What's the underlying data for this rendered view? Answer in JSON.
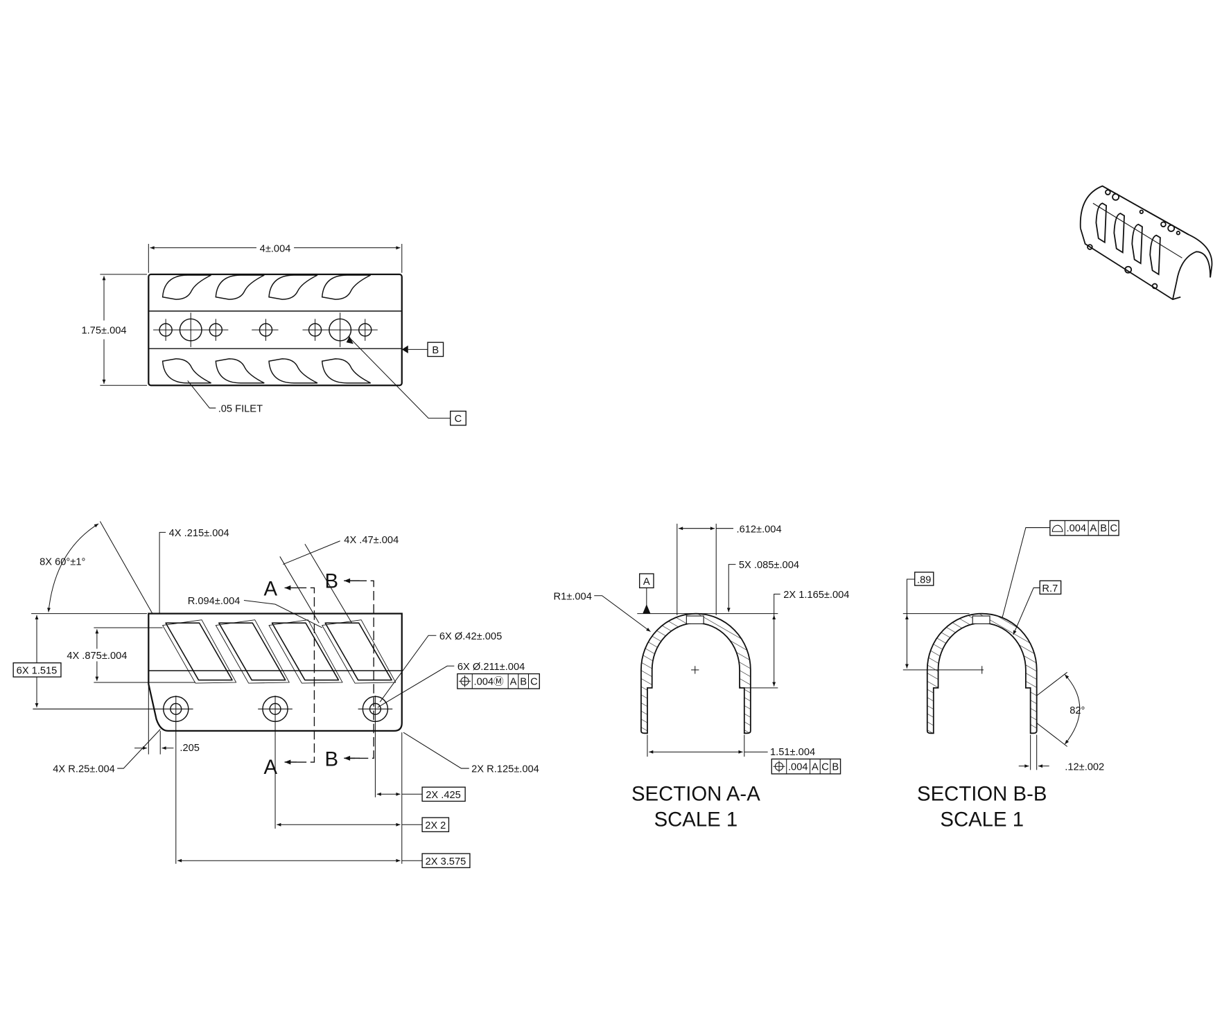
{
  "top_view": {
    "width_dim": "4±.004",
    "height_dim": "1.75±.004",
    "fillet_note": ".05 FILET",
    "datum_b": "B",
    "datum_c": "C"
  },
  "front_view": {
    "angle_dim": "8X 60°±1°",
    "slot_offset_dim": "4X .215±.004",
    "slot_width_dim": "4X .47±.004",
    "slot_radius": "R.094±.004",
    "slot_height_dim": "4X .875±.004",
    "hole_height_dim": "6X 1.515",
    "cbore_dia": "6X Ø.42±.005",
    "hole_dia": "6X Ø.211±.004",
    "hole_fcf": {
      "tol": ".004Ⓜ",
      "datums": [
        "A",
        "B",
        "C"
      ]
    },
    "corner_radius": "4X R.25±.004",
    "chamfer_dim": ".205",
    "bottom_radius": "2X R.125±.004",
    "dim_425": "2X .425",
    "dim_2": "2X 2",
    "dim_3575": "2X 3.575",
    "section_a": "A",
    "section_b": "B"
  },
  "section_aa": {
    "title": "SECTION A-A",
    "scale": "SCALE 1",
    "dim_612": ".612±.004",
    "dim_085": "5X .085±.004",
    "dim_1165": "2X 1.165±.004",
    "radius": "R1±.004",
    "datum_a": "A",
    "dim_151": "1.51±.004",
    "fcf": {
      "tol": ".004",
      "datums": [
        "A",
        "C",
        "B"
      ]
    }
  },
  "section_bb": {
    "title": "SECTION B-B",
    "scale": "SCALE 1",
    "dim_89": ".89",
    "radius": "R.7",
    "profile_fcf": {
      "tol": ".004",
      "datums": [
        "A",
        "B",
        "C"
      ]
    },
    "angle": "82°",
    "dim_12": ".12±.002"
  }
}
